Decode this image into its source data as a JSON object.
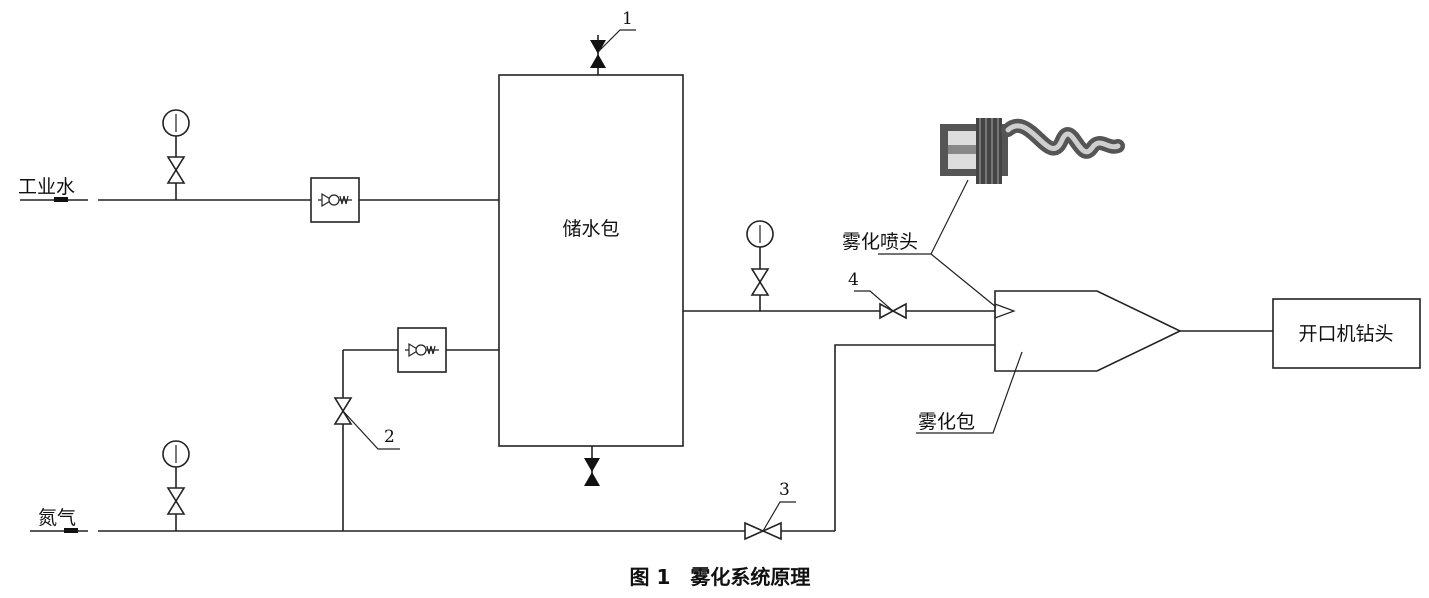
{
  "labels": {
    "industrial_water": "工业水",
    "nitrogen": "氮气",
    "water_tank": "储水包",
    "atomizing_nozzle": "雾化喷头",
    "atomizing_chamber": "雾化包",
    "drill_bit": "开口机钻头"
  },
  "valve_numbers": {
    "v1": "1",
    "v2": "2",
    "v3": "3",
    "v4": "4"
  },
  "caption": "图 1　雾化系统原理"
}
